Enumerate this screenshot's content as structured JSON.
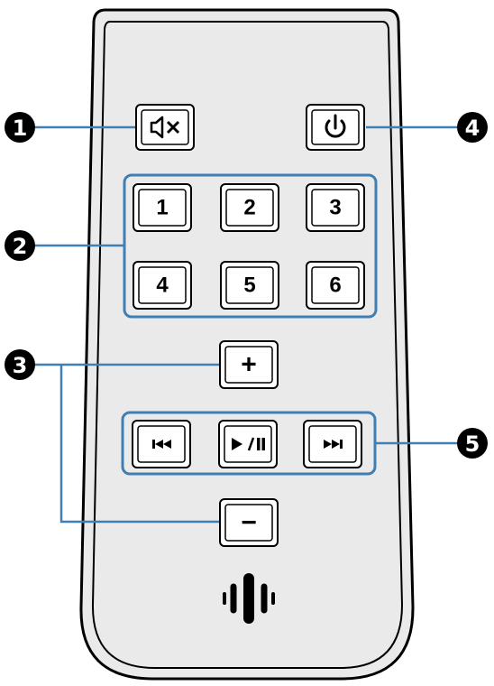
{
  "colors": {
    "accent": "#3f7fb4",
    "remote_fill": "#eaeaea",
    "outline": "#000000",
    "button_fill": "#ffffff",
    "callout_fill": "#000000"
  },
  "callouts": [
    {
      "id": "1",
      "label": "1"
    },
    {
      "id": "2",
      "label": "2"
    },
    {
      "id": "3",
      "label": "3"
    },
    {
      "id": "4",
      "label": "4"
    },
    {
      "id": "5",
      "label": "5"
    }
  ],
  "buttons": {
    "mute": {
      "icon": "mute-icon"
    },
    "power": {
      "icon": "power-icon"
    },
    "numbers": [
      "1",
      "2",
      "3",
      "4",
      "5",
      "6"
    ],
    "volume_up": {
      "label": "+"
    },
    "volume_down": {
      "label": "−"
    },
    "previous": {
      "icon": "skip-back-icon"
    },
    "play_pause": {
      "icon": "play-pause-icon"
    },
    "next": {
      "icon": "skip-forward-icon"
    }
  },
  "logo": {
    "icon": "sound-wave-logo-icon"
  }
}
